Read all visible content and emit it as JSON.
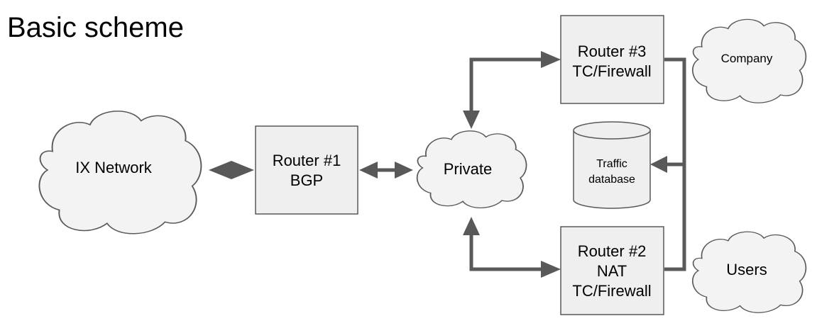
{
  "title": "Basic scheme",
  "nodes": {
    "ix_network": {
      "label": "IX Network"
    },
    "router1": {
      "lines": [
        "Router #1",
        "BGP"
      ]
    },
    "private": {
      "label": "Private"
    },
    "router3": {
      "lines": [
        "Router #3",
        "TC/Firewall"
      ]
    },
    "router2": {
      "lines": [
        "Router #2",
        "NAT",
        "TC/Firewall"
      ]
    },
    "traffic_db": {
      "lines": [
        "Traffic",
        "database"
      ]
    },
    "company": {
      "label": "Company"
    },
    "users": {
      "label": "Users"
    }
  },
  "edges": [
    {
      "from": "ix_network",
      "to": "router1",
      "direction": "bidirectional"
    },
    {
      "from": "router1",
      "to": "private",
      "direction": "bidirectional"
    },
    {
      "from": "private",
      "to": "router3",
      "direction": "bidirectional"
    },
    {
      "from": "private",
      "to": "router2",
      "direction": "bidirectional"
    },
    {
      "from": "router3",
      "to": "traffic_db",
      "direction": "one-way"
    },
    {
      "from": "router2",
      "to": "traffic_db",
      "direction": "one-way"
    }
  ],
  "colors": {
    "node_fill": "#efefef",
    "stroke": "#595959",
    "text": "#000000"
  }
}
